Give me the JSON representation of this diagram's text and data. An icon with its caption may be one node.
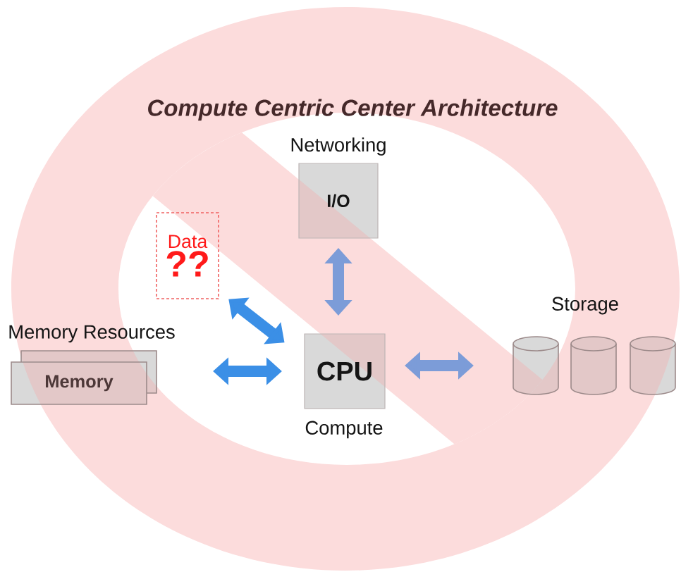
{
  "diagram": {
    "title": "Compute Centric Center Architecture",
    "nodes": [
      {
        "text": [
          "I/O"
        ],
        "beside": [
          "Networking"
        ]
      },
      {
        "text": [
          "Data",
          "??"
        ]
      },
      {
        "text": [
          "Memory"
        ],
        "beside": [
          "Memory Resources"
        ]
      },
      {
        "text": [
          "CPU"
        ],
        "beside": [
          "Compute"
        ]
      },
      {
        "text": [],
        "shape": "cylinder"
      },
      {
        "text": [],
        "shape": "cylinder"
      },
      {
        "text": [],
        "shape": "cylinder"
      }
    ],
    "edges": [
      {
        "from": 0,
        "to": 3,
        "arrow": "both"
      },
      {
        "from": 1,
        "to": 3,
        "arrow": "both",
        "color": "#3b8fe6"
      },
      {
        "from": 2,
        "to": 3,
        "arrow": "both",
        "color": "#3b8fe6"
      },
      {
        "from": 3,
        "to": 4,
        "arrow": "both"
      }
    ],
    "labels": [
      "Storage"
    ]
  }
}
